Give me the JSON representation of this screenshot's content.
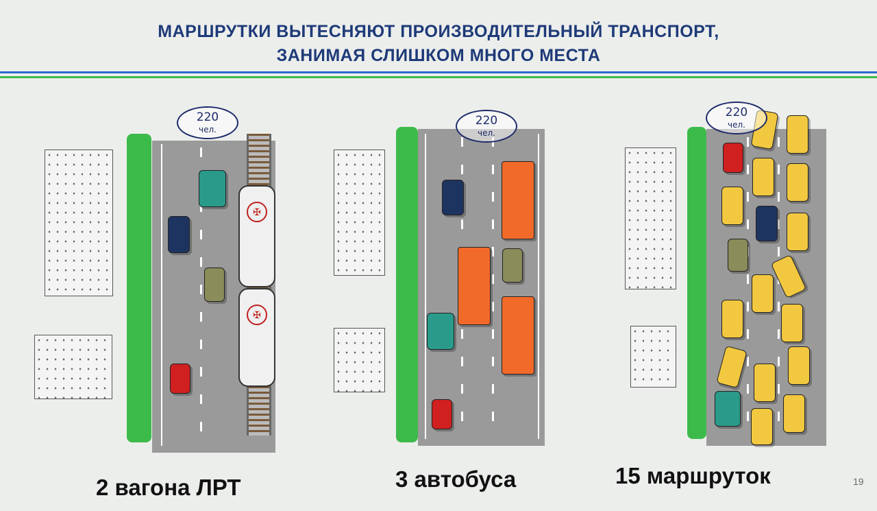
{
  "title": {
    "line1": "МАРШРУТКИ ВЫТЕСНЯЮТ ПРОИЗВОДИТЕЛЬНЫЙ ТРАНСПОРТ,",
    "line2": "ЗАНИМАЯ СЛИШКОМ МНОГО МЕСТА"
  },
  "scenes": [
    {
      "count": "220",
      "unit": "чел.",
      "label": "2 вагона ЛРТ"
    },
    {
      "count": "220",
      "unit": "чел.",
      "label": "3 автобуса"
    },
    {
      "count": "220",
      "unit": "чел.",
      "label": "15 маршруток"
    }
  ],
  "page_number": "19",
  "colors": {
    "title": "#1e3a78",
    "blue_rule": "#2a6ad0",
    "green_rule": "#3dbb4a",
    "bus": "#f26a2a",
    "minibus": "#f2c840"
  }
}
